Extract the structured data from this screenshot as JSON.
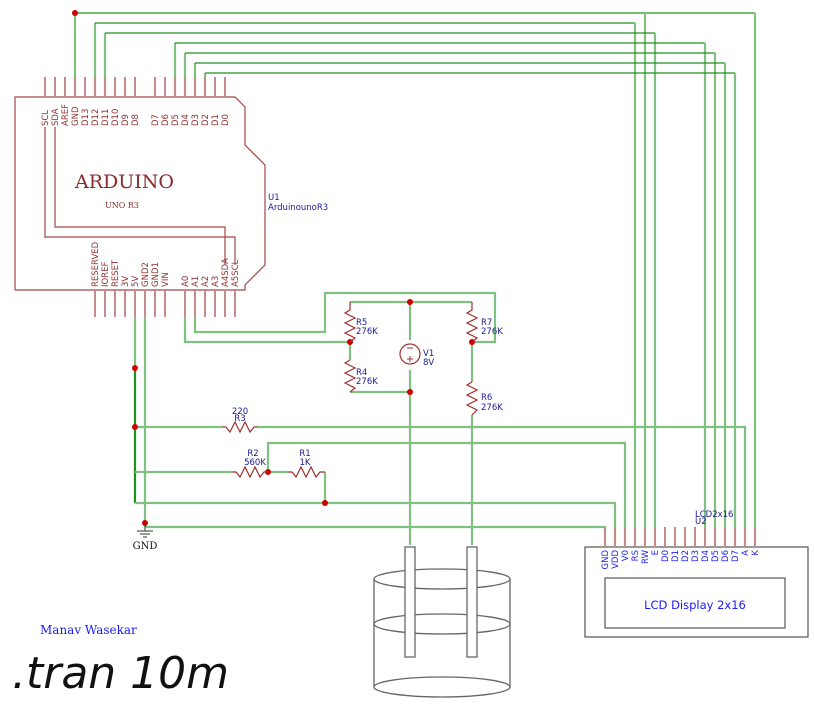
{
  "arduino": {
    "title": "ARDUINO",
    "subtitle": "UNO R3",
    "ref": "U1",
    "model": "ArduinounoR3",
    "top_pins": [
      "SCL",
      "SDA",
      "AREF",
      "GND",
      "D13",
      "D12",
      "D11",
      "D10",
      "D9",
      "D8",
      "D7",
      "D6",
      "D5",
      "D4",
      "D3",
      "D2",
      "D1",
      "D0"
    ],
    "bottom_pins": [
      "RESERVED",
      "IOREF",
      "RESET",
      "3V",
      "5V",
      "GND2",
      "GND1",
      "VIN",
      "A0",
      "A1",
      "A2",
      "A3",
      "A4SDA",
      "A5SCL"
    ]
  },
  "lcd": {
    "ref": "U2",
    "model": "LCD2x16",
    "label": "LCD Display 2x16",
    "pins": [
      "GND",
      "VDD",
      "V0",
      "RS",
      "RW",
      "E",
      "D0",
      "D1",
      "D2",
      "D3",
      "D4",
      "D5",
      "D6",
      "D7",
      "A",
      "K"
    ]
  },
  "components": {
    "R1": {
      "ref": "R1",
      "value": "1K"
    },
    "R2": {
      "ref": "R2",
      "value": "560K"
    },
    "R3": {
      "ref": "R3",
      "value": "220"
    },
    "R4": {
      "ref": "R4",
      "value": "276K"
    },
    "R5": {
      "ref": "R5",
      "value": "276K"
    },
    "R6": {
      "ref": "R6",
      "value": "276K"
    },
    "R7": {
      "ref": "R7",
      "value": "276K"
    },
    "V1": {
      "ref": "V1",
      "value": "8V"
    }
  },
  "ground_label": "GND",
  "author": "Manav Wasekar",
  "sim_directive": ".tran 10m",
  "colors": {
    "wire": "#80c080",
    "junction": "#d00000",
    "component": "#a04848",
    "label": "#1a1a90",
    "author": "#1a1aff"
  }
}
